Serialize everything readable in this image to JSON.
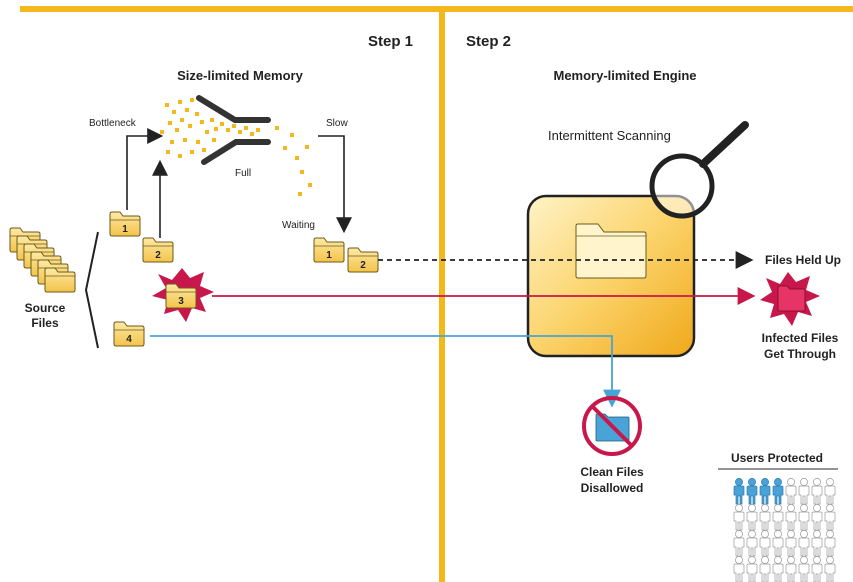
{
  "steps": {
    "step1": "Step 1",
    "step2": "Step 2"
  },
  "section_titles": {
    "memory": "Size-limited Memory",
    "engine": "Memory-limited Engine"
  },
  "labels": {
    "bottleneck": "Bottleneck",
    "slow": "Slow",
    "full": "Full",
    "waiting": "Waiting",
    "intermittent": "Intermittent Scanning",
    "source_line1": "Source",
    "source_line2": "Files",
    "files_held_up": "Files Held Up",
    "infected_line1": "Infected Files",
    "infected_line2": "Get Through",
    "clean_line1": "Clean Files",
    "clean_line2": "Disallowed",
    "users_protected": "Users Protected"
  },
  "files": {
    "f1": "1",
    "f2": "2",
    "f3": "3",
    "f4": "4",
    "w1": "1",
    "w2": "2"
  },
  "users": {
    "total": 32,
    "protected": 4
  },
  "colors": {
    "accent": "#f5b81c",
    "folder": "#f7d46a",
    "folder_stroke": "#7a6a2a",
    "infected": "#c8174a",
    "clean": "#4aa3d6",
    "user_protected": "#4aa3d6",
    "user_unprotected": "#ffffff"
  }
}
